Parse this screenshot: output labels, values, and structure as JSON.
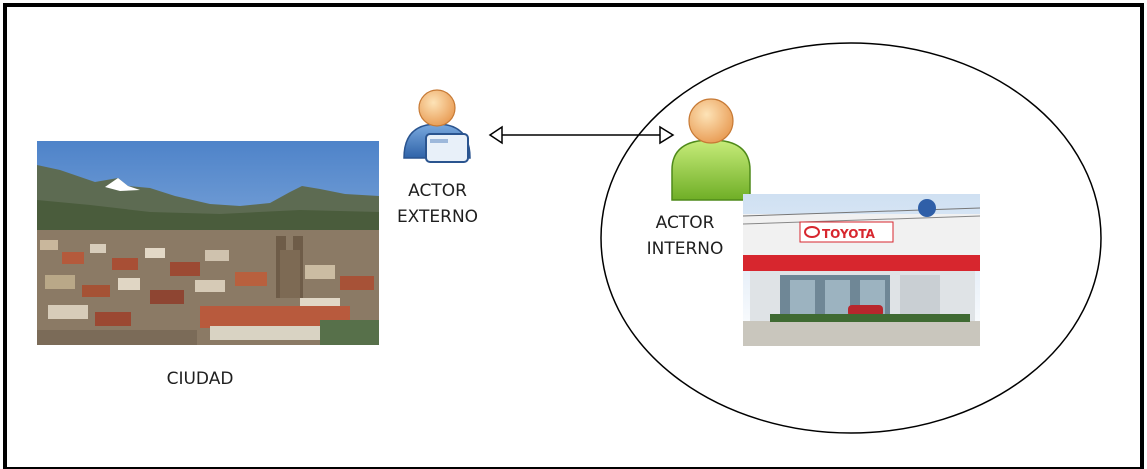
{
  "diagram": {
    "city_label": "CIUDAD",
    "external_actor": {
      "line1": "ACTOR",
      "line2": "EXTERNO",
      "icon": "user-with-card-icon",
      "color": "#4f86c6"
    },
    "internal_actor": {
      "line1": "ACTOR",
      "line2": "INTERNO",
      "icon": "user-icon",
      "color": "#8cc63f"
    },
    "building_sign": "TOYOTA",
    "relationship": "bidirectional"
  }
}
